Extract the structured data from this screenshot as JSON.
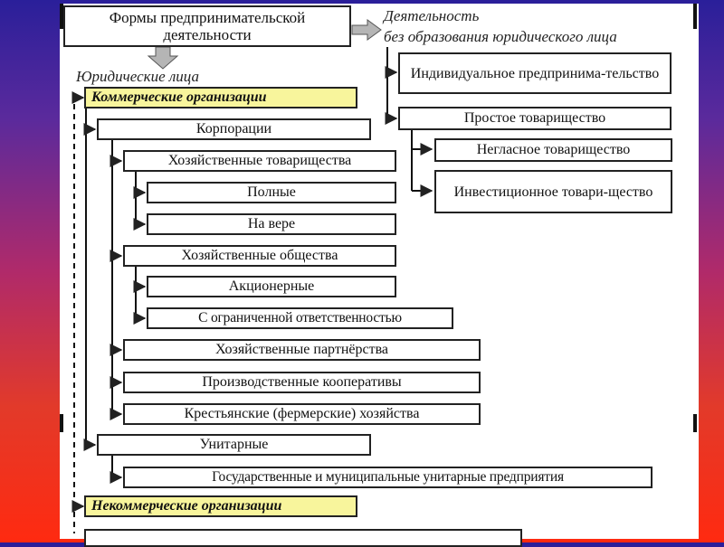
{
  "diagram": {
    "root": "Формы предпринимательской деятельности",
    "without_legal_entity": {
      "heading_line1": "Деятельность",
      "heading_line2": "без образования юридического лица",
      "individual": "Индивидуальное предпринима-тельство",
      "simple_partnership": "Простое товарищество",
      "silent_partnership": "Негласное товарищество",
      "investment_partnership": "Инвестиционное товари-щество"
    },
    "legal_entities": {
      "heading": "Юридические лица",
      "commercial": "Коммерческие организации",
      "corporations": "Корпорации",
      "business_partnerships": "Хозяйственные товарищества",
      "full": "Полные",
      "limited_partnership": "На вере",
      "business_companies": "Хозяйственные общества",
      "joint_stock": "Акционерные",
      "llc": "С ограниченной ответственностью",
      "economic_partnerships": "Хозяйственные партнёрства",
      "production_coops": "Производственные кооперативы",
      "farm_households": "Крестьянские (фермерские) хозяйства",
      "unitary": "Унитарные",
      "state_unitary": "Государственные и муниципальные унитарные предприятия",
      "noncommercial": "Некоммерческие организации",
      "next_item": ""
    }
  }
}
